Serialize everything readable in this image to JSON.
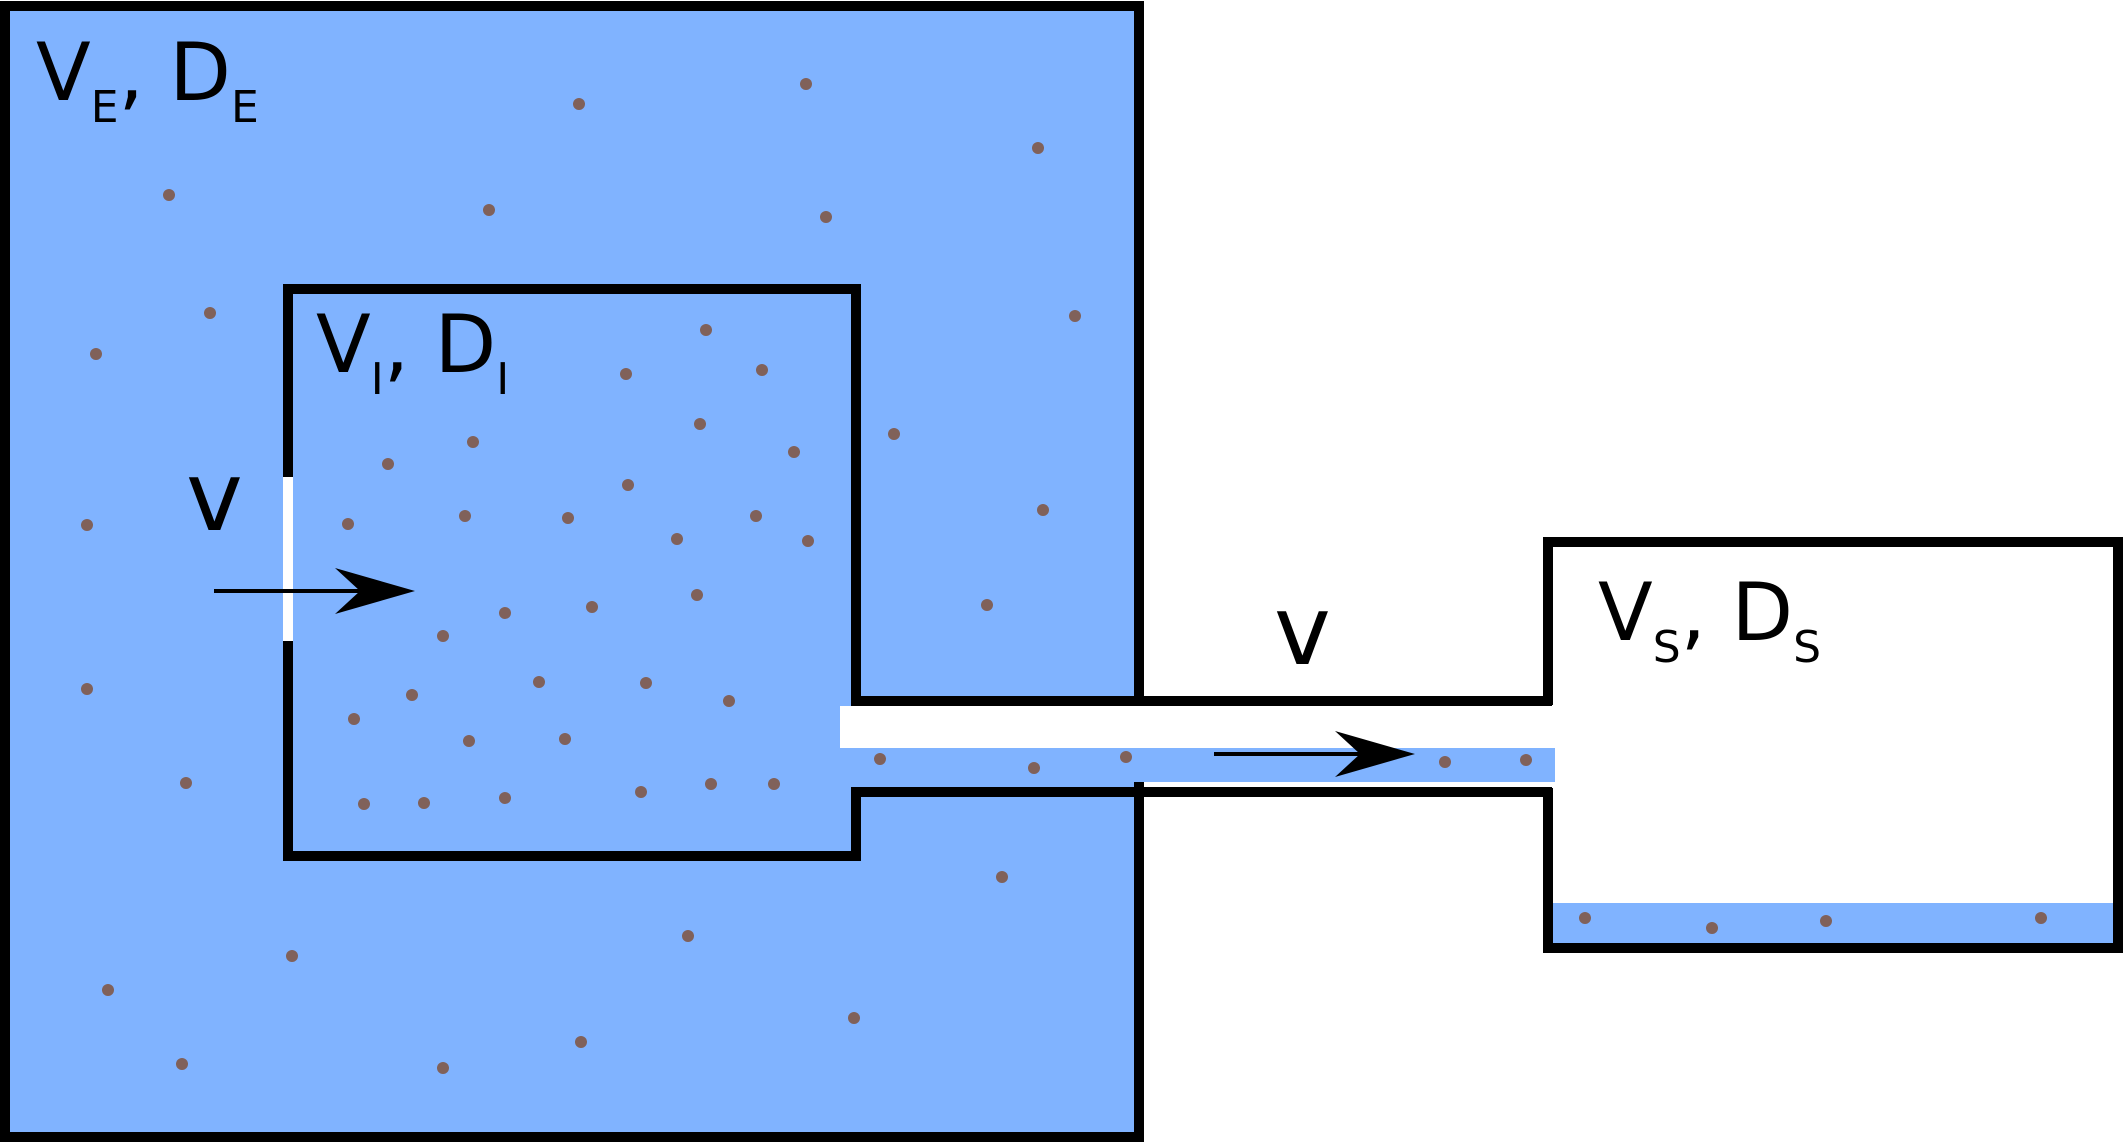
{
  "labels": {
    "outer": {
      "v": "V",
      "v_sub": "E",
      "sep": ", ",
      "d": "D",
      "d_sub": "E"
    },
    "inner": {
      "v": "V",
      "v_sub": "I",
      "sep": ", ",
      "d": "D",
      "d_sub": "I"
    },
    "sink": {
      "v": "V",
      "v_sub": "S",
      "sep": ", ",
      "d": "D",
      "d_sub": "S"
    },
    "flow_in": "v",
    "flow_tube": "v"
  },
  "colors": {
    "fluid": "#80b3ff",
    "outline": "#000000",
    "particle": "#80615a",
    "background": "#ffffff"
  },
  "icons": {
    "flow_arrow": "arrow-right-icon",
    "particle": "particle-dot-icon"
  }
}
